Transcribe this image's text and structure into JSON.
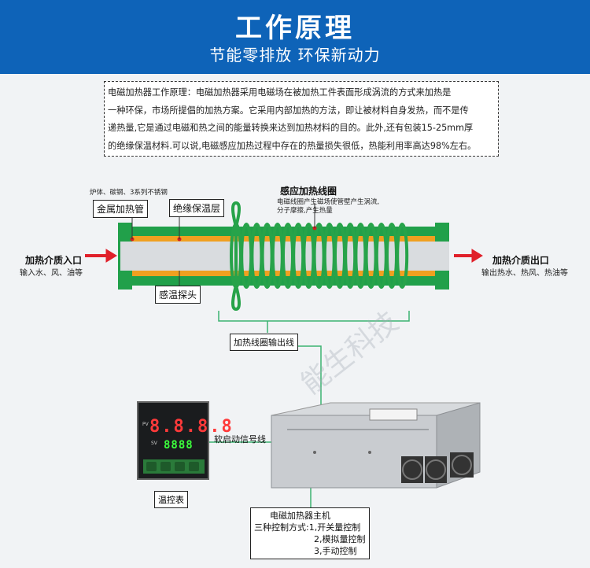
{
  "header": {
    "title": "工作原理",
    "subtitle": "节能零排放  环保新动力"
  },
  "description": {
    "lines": [
      "电磁加热器工作原理：电磁加热器采用电磁场在被加热工件表面形成涡流的方式来加热是",
      "一种环保，市场所提倡的加热方案。它采用内部加热的方法，即让被材料自身发热，而不是传",
      "递热量,它是通过电磁和热之间的能量转换来达到加热材料的目的。此外,还有包装15-25mm厚",
      "的绝缘保温材料.可以说,电磁感应加热过程中存在的热量损失很低，热能利用率高达98%左右。"
    ]
  },
  "labels": {
    "pipe_material_note": "炉体、碳钢、3系列不锈钢",
    "metal_pipe": "金属加热管",
    "insulation": "绝缘保温层",
    "coil": "感应加热线圈",
    "coil_note_line1": "电磁线圈产生磁场使管壁产生涡流,",
    "coil_note_line2": "分子摩擦,产生热量",
    "inlet": "加热介质入口",
    "inlet_note": "输入水、风、油等",
    "outlet": "加热介质出口",
    "outlet_note": "输出热水、热风、热油等",
    "temp_probe": "感温探头",
    "coil_output": "加热线圈输出线",
    "soft_start": "软启动信号线",
    "controller": "温控表",
    "watermark": "能生科技"
  },
  "controller": {
    "pv_label": "PV",
    "sv_label": "SV",
    "pv_value": "8.8.8.8",
    "sv_value": "8888"
  },
  "host": {
    "title": "电磁加热器主机",
    "mode_label": "三种控制方式:1,开关量控制",
    "mode_2": "2,模拟量控制",
    "mode_3": "3,手动控制"
  },
  "colors": {
    "header_bg": "#0e63b8",
    "pipe_green": "#21a04a",
    "insulation_orange": "#f0a020",
    "arrow_red": "#e0202a",
    "wire_green": "#3cb371"
  }
}
